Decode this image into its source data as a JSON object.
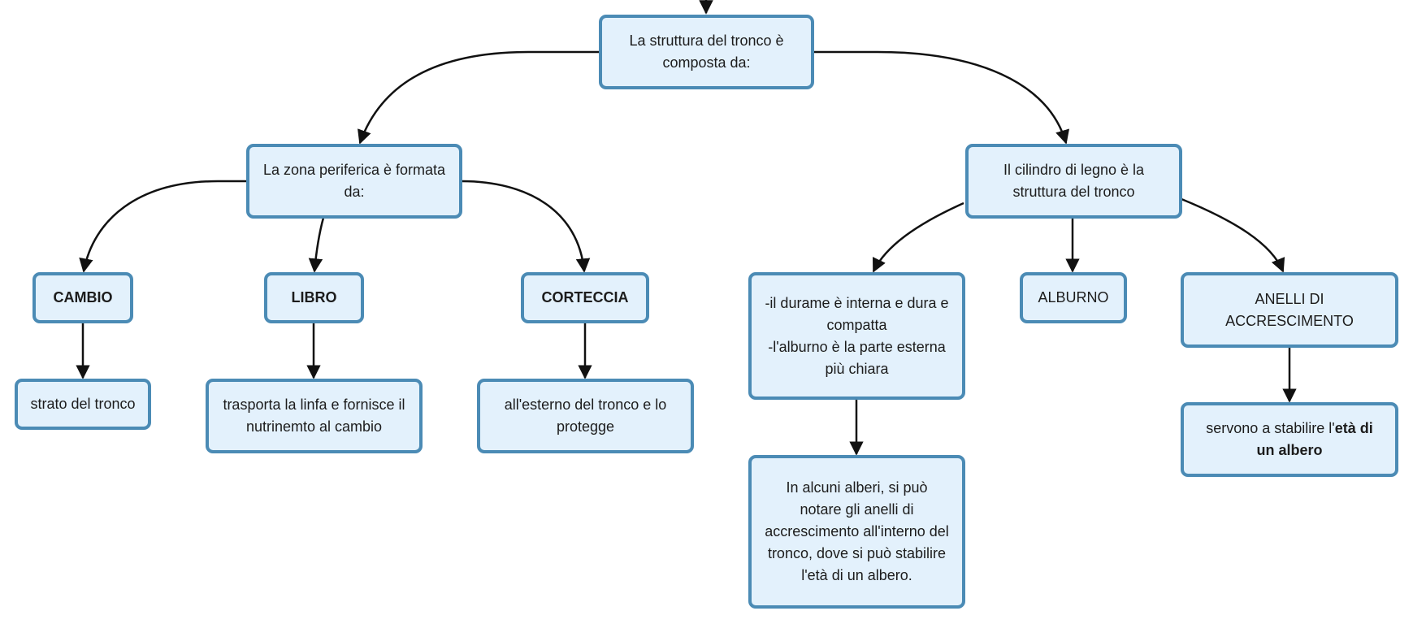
{
  "colors": {
    "node_fill": "#e3f1fc",
    "node_border": "#4b8bb5",
    "connector": "#111111"
  },
  "nodes": {
    "root": "La struttura del tronco è composta da:",
    "zona": "La zona periferica è formata da:",
    "cilindro": "Il cilindro di legno è la struttura del tronco",
    "cambio": "CAMBIO",
    "libro": "LIBRO",
    "corteccia": "CORTECCIA",
    "durame": "-il durame è interna e dura e compatta\n-l'alburno è la parte esterna più chiara",
    "alburno": "ALBURNO",
    "anelli": "ANELLI DI ACCRESCIMENTO",
    "strato": "strato del tronco",
    "linfa": "trasporta la linfa e fornisce il nutrinemto al cambio",
    "esterno": "all'esterno del tronco e lo protegge",
    "alcuni": "In alcuni alberi, si può notare gli anelli di accrescimento all'interno del tronco, dove si può stabilire l'età di un albero.",
    "servono_pre": "servono a stabilire l'",
    "servono_bold": "età di un albero"
  }
}
